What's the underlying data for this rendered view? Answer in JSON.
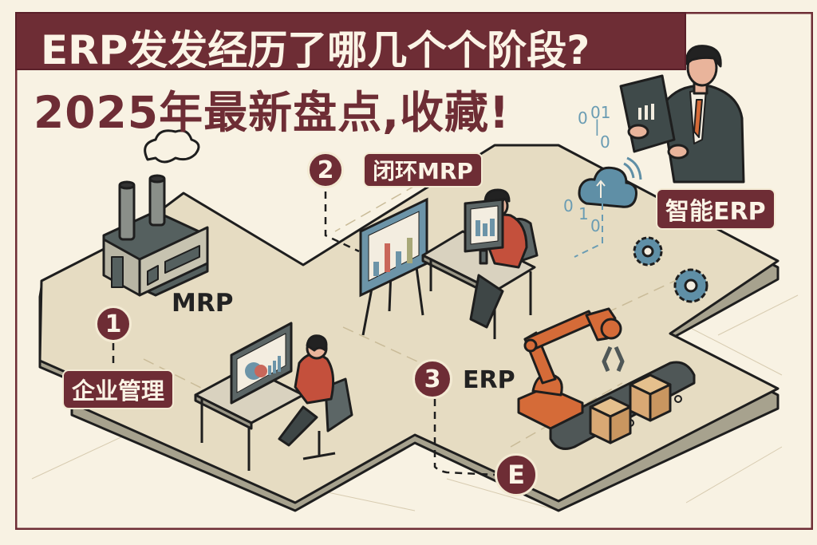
{
  "header": {
    "title": "ERP发发经历了哪几个个阶段?",
    "subtitle": "2025年最新盘点,收藏!"
  },
  "stages": [
    {
      "number": "1",
      "tag": "企业管理",
      "label": "MRP",
      "illustration": "factory-icon"
    },
    {
      "number": "2",
      "tag": "闭环MRP",
      "illustration": "presentation-board-and-desk-worker"
    },
    {
      "number": "3",
      "label": "ERP",
      "illustration": "robot-arm-conveyor"
    },
    {
      "number": "E",
      "illustration": "path-endpoint"
    }
  ],
  "intelligent_erp": {
    "tag": "智能ERP",
    "illustration": "businessman-with-tablet",
    "binary_top": [
      "0",
      "01",
      "1",
      "0"
    ],
    "binary_bottom": [
      "0",
      "1",
      "0"
    ]
  },
  "colors": {
    "background": "#f8f2e3",
    "maroon": "#6e2d35",
    "platform": "#e6dcc2",
    "platform_edge": "#a7a28e",
    "dark_gray": "#4a5353",
    "blue": "#5f8fa6",
    "orange": "#d56b38",
    "red_shirt": "#c4503c",
    "box": "#d9a874"
  }
}
